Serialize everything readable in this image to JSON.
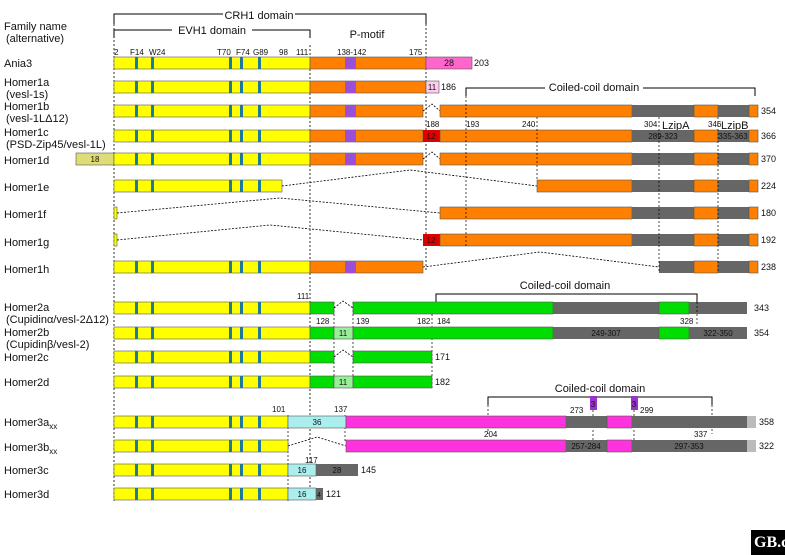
{
  "header": {
    "family_name_label": "Family name",
    "family_name_alt": "(alternative)",
    "crh1_domain": "CRH1 domain",
    "evh1_domain": "EVH1 domain",
    "p_motif": "P-motif",
    "coiled_coil_1": "Coiled-coil domain",
    "coiled_coil_2": "Coiled-coil domain",
    "coiled_coil_3": "Coiled-coil domain",
    "lzip_a": "LzipA",
    "lzip_b": "LzipB"
  },
  "position_labels": {
    "p2": "2",
    "f14": "F14",
    "w24": "W24",
    "t70": "T70",
    "f74": "F74",
    "g89": "G89",
    "p98": "98",
    "p111": "111",
    "p138_142": "138-142",
    "p175": "175",
    "p188": "188",
    "p193": "193",
    "p240": "240",
    "p304": "304",
    "p346": "346",
    "h2_111": "111",
    "h2_128": "128",
    "h2_139": "139",
    "h2_182": "182",
    "h2_184": "184",
    "h2_328": "328",
    "h3_101": "101",
    "h3_137": "137",
    "h3_273": "273",
    "h3_299": "299",
    "h3_204": "204",
    "h3_337": "337",
    "h3_117": "117"
  },
  "proteins": [
    {
      "name": "Ania3",
      "alt": "",
      "end": "203"
    },
    {
      "name": "Homer1a",
      "alt": "(vesl-1s)",
      "end": "186"
    },
    {
      "name": "Homer1b",
      "alt": "(vesl-1LΔ12)",
      "end": "354"
    },
    {
      "name": "Homer1c",
      "alt": "(PSD-Zip45/vesl-1L)",
      "end": "366"
    },
    {
      "name": "Homer1d",
      "alt": "",
      "end": "370"
    },
    {
      "name": "Homer1e",
      "alt": "",
      "end": "224"
    },
    {
      "name": "Homer1f",
      "alt": "",
      "end": "180"
    },
    {
      "name": "Homer1g",
      "alt": "",
      "end": "192"
    },
    {
      "name": "Homer1h",
      "alt": "",
      "end": "238"
    },
    {
      "name": "Homer2a",
      "alt": "(Cupidinα/vesl-2Δ12)",
      "end": "343"
    },
    {
      "name": "Homer2b",
      "alt": "(Cupidinβ/vesl-2)",
      "end": "354"
    },
    {
      "name": "Homer2c",
      "alt": "",
      "end": "171"
    },
    {
      "name": "Homer2d",
      "alt": "",
      "end": "182"
    },
    {
      "name": "Homer3a",
      "sub": "xx",
      "alt": "",
      "end": "358"
    },
    {
      "name": "Homer3b",
      "sub": "xx",
      "alt": "",
      "end": "322"
    },
    {
      "name": "Homer3c",
      "alt": "",
      "end": "145"
    },
    {
      "name": "Homer3d",
      "alt": "",
      "end": "121"
    }
  ],
  "box_labels": {
    "ania3_ext": "28",
    "h1a_ins": "11",
    "h1c_ins": "12",
    "h1d_ext": "18",
    "h1g_ins": "12",
    "h1c_cc_a": "289-323",
    "h1c_cc_b": "335-363",
    "h2b_ins": "11",
    "h2d_ins": "11",
    "h2b_cc_a": "249-307",
    "h2b_cc_b": "322-350",
    "h3a_ins": "36",
    "h3b_cc_a": "257-284",
    "h3b_cc_b": "297-353",
    "h3c_ins": "16",
    "h3c_ext": "28",
    "h3d_ins": "16",
    "h3d_ext": "4",
    "h3_marker_1": "3",
    "h3_marker_2": "3"
  },
  "colors": {
    "evh1": "#ffff00",
    "evh1_marker": "#1f7a9a",
    "coiled_region": "#ff8000",
    "p_motif": "#9b4fd6",
    "coiled_coil": "#666666",
    "ania3_ext": "#ff66cc",
    "h1a_ins": "#ffccee",
    "h1_red_ins": "#dd0000",
    "h1d_ext": "#dddd77",
    "homer2_cc": "#00dd00",
    "homer2_ins": "#99ee99",
    "homer3_ins": "#aaeeee",
    "homer3_cc": "#ff33dd",
    "homer3_marker": "#9933cc",
    "homer3_end": "#bbbbbb"
  },
  "logo": {
    "text": "GB.c"
  }
}
